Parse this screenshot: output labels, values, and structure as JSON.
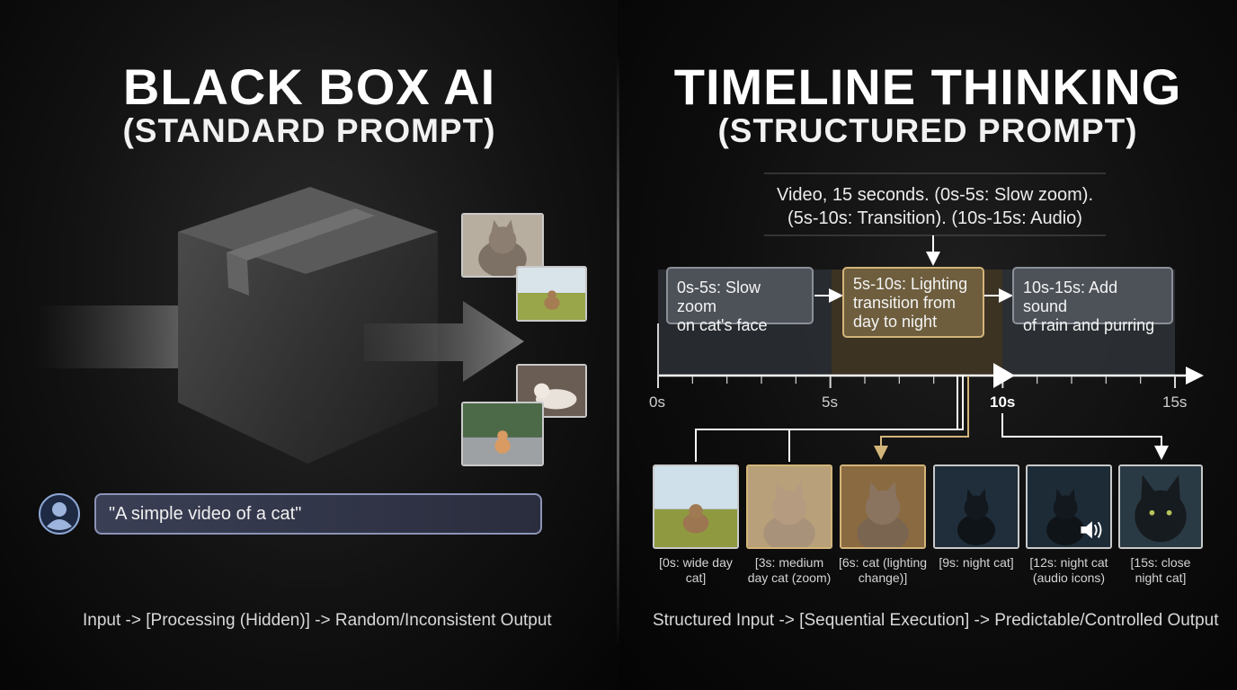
{
  "left": {
    "title_line1": "BLACK BOX AI",
    "title_line2": "(STANDARD PROMPT)",
    "prompt": "\"A simple video of a cat\"",
    "caption": "Input -> [Processing (Hidden)] -> Random/Inconsistent Output",
    "icons": [
      "arrow-in-icon",
      "box-icon",
      "arrow-out-icon",
      "user-avatar-icon"
    ]
  },
  "right": {
    "title_line1": "TIMELINE THINKING",
    "title_line2": "(STRUCTURED PROMPT)",
    "prompt_line1": "Video, 15 seconds. (0s-5s: Slow zoom).",
    "prompt_line2": "(5s-10s: Transition). (10s-15s: Audio)",
    "segments": [
      {
        "line1": "0s-5s: Slow zoom",
        "line2": "on cat's face",
        "line3": ""
      },
      {
        "line1": "5s-10s: Lighting",
        "line2": "transition from",
        "line3": "day to night"
      },
      {
        "line1": "10s-15s: Add sound",
        "line2": "of rain and purring",
        "line3": ""
      }
    ],
    "ticks": [
      "0s",
      "5s",
      "10s",
      "15s"
    ],
    "frames": [
      {
        "line1": "[0s: wide day",
        "line2": "cat]"
      },
      {
        "line1": "[3s: medium",
        "line2": "day cat (zoom)"
      },
      {
        "line1": "[6s: cat (lighting",
        "line2": "change)]"
      },
      {
        "line1": "[9s: night cat]",
        "line2": ""
      },
      {
        "line1": "[12s: night cat",
        "line2": "(audio icons)"
      },
      {
        "line1": "[15s: close",
        "line2": "night cat]"
      }
    ],
    "caption": "Structured Input -> [Sequential Execution] -> Predictable/Controlled Output"
  },
  "colors": {
    "gold": "#d3b57a",
    "segment_grey": "#4d5259",
    "prompt_border": "#8d93b8"
  }
}
